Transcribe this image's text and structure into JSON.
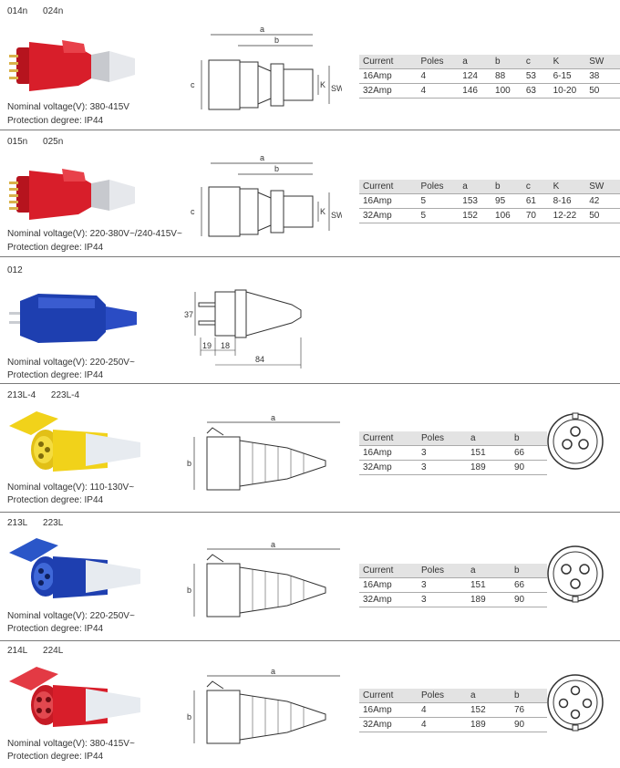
{
  "sections": [
    {
      "models": [
        "014n",
        "024n"
      ],
      "nominal": "Nominal voltage(V): 380-415V",
      "protection": "Protection degree: IP44",
      "dim_labels": [
        "a",
        "b",
        "c",
        "K",
        "SW"
      ],
      "headers": [
        "Current",
        "Poles",
        "a",
        "b",
        "c",
        "K",
        "SW"
      ],
      "rows": [
        [
          "16Amp",
          "4",
          "124",
          "88",
          "53",
          "6-15",
          "38"
        ],
        [
          "32Amp",
          "4",
          "146",
          "100",
          "63",
          "10-20",
          "50"
        ]
      ]
    },
    {
      "models": [
        "015n",
        "025n"
      ],
      "nominal": "Nominal voltage(V): 220-380V~/240-415V~",
      "protection": "Protection degree: IP44",
      "dim_labels": [
        "a",
        "b",
        "c",
        "K",
        "SW"
      ],
      "headers": [
        "Current",
        "Poles",
        "a",
        "b",
        "c",
        "K",
        "SW"
      ],
      "rows": [
        [
          "16Amp",
          "5",
          "153",
          "95",
          "61",
          "8-16",
          "42"
        ],
        [
          "32Amp",
          "5",
          "152",
          "106",
          "70",
          "12-22",
          "50"
        ]
      ]
    },
    {
      "models": [
        "012"
      ],
      "nominal": "Nominal voltage(V): 220-250V~",
      "protection": "Protection degree: IP44",
      "dim_labels": [
        "37",
        "19",
        "18",
        "84"
      ]
    },
    {
      "models": [
        "213L-4",
        "223L-4"
      ],
      "nominal": "Nominal voltage(V): 110-130V~",
      "protection": "Protection degree: IP44",
      "dim_labels": [
        "a",
        "b"
      ],
      "headers": [
        "Current",
        "Poles",
        "a",
        "b"
      ],
      "rows": [
        [
          "16Amp",
          "3",
          "151",
          "66"
        ],
        [
          "32Amp",
          "3",
          "189",
          "90"
        ]
      ]
    },
    {
      "models": [
        "213L",
        "223L"
      ],
      "nominal": "Nominal voltage(V): 220-250V~",
      "protection": "Protection degree: IP44",
      "dim_labels": [
        "a",
        "b"
      ],
      "headers": [
        "Current",
        "Poles",
        "a",
        "b"
      ],
      "rows": [
        [
          "16Amp",
          "3",
          "151",
          "66"
        ],
        [
          "32Amp",
          "3",
          "189",
          "90"
        ]
      ]
    },
    {
      "models": [
        "214L",
        "224L"
      ],
      "nominal": "Nominal voltage(V): 380-415V~",
      "protection": "Protection degree: IP44",
      "dim_labels": [
        "a",
        "b"
      ],
      "headers": [
        "Current",
        "Poles",
        "a",
        "b"
      ],
      "rows": [
        [
          "16Amp",
          "4",
          "152",
          "76"
        ],
        [
          "32Amp",
          "4",
          "189",
          "90"
        ]
      ]
    }
  ],
  "colors": {
    "red": "#d81e2a",
    "blue": "#1e3fb0",
    "yellow": "#f1d21a",
    "white_body": "#e9ecf0",
    "table_header": "#e3e3e3"
  }
}
